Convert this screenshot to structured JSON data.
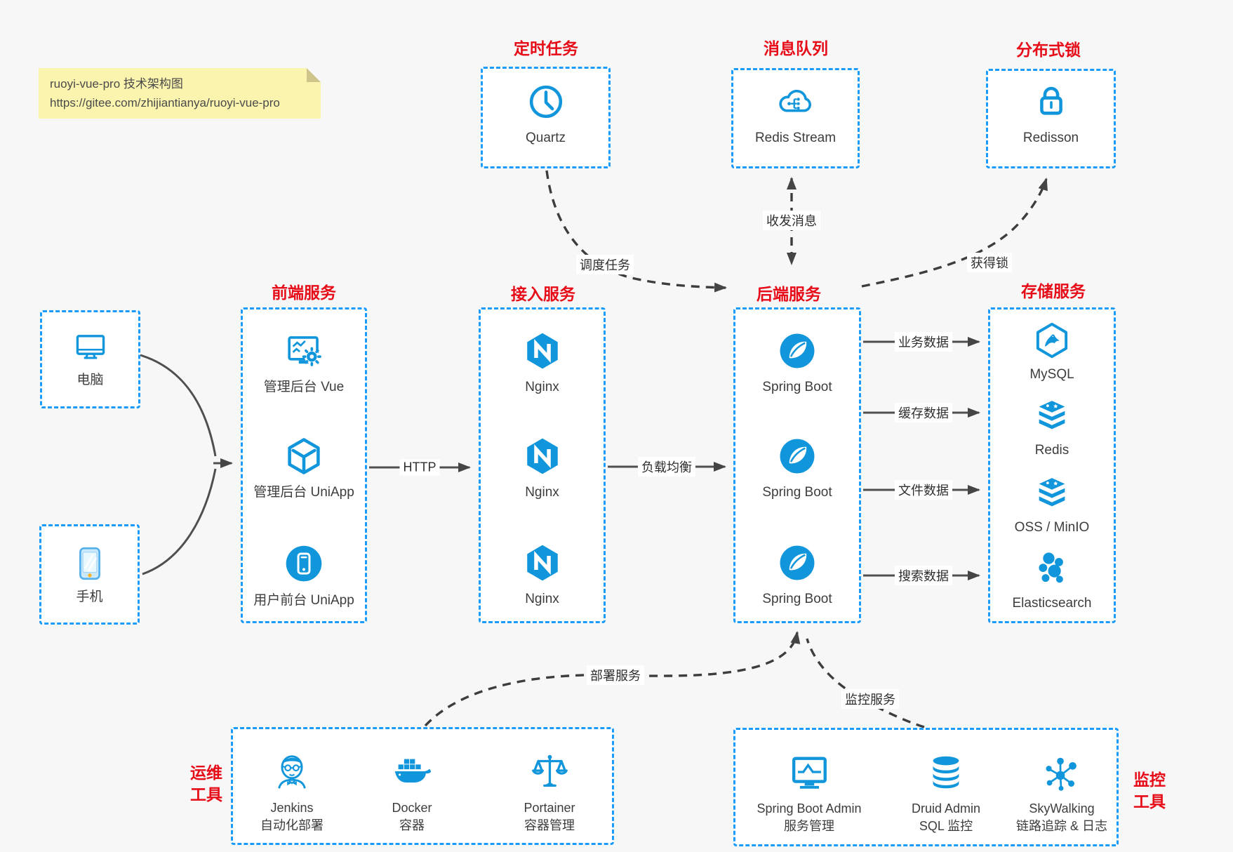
{
  "note": {
    "line1": "ruoyi-vue-pro 技术架构图",
    "line2": "https://gitee.com/zhijiantianya/ruoyi-vue-pro"
  },
  "clients": {
    "computer": "电脑",
    "phone": "手机"
  },
  "top_groups": {
    "timer": {
      "title": "定时任务",
      "item": "Quartz"
    },
    "mq": {
      "title": "消息队列",
      "item": "Redis Stream"
    },
    "lock": {
      "title": "分布式锁",
      "item": "Redisson"
    }
  },
  "columns": {
    "frontend": {
      "title": "前端服务",
      "items": [
        "管理后台 Vue",
        "管理后台 UniApp",
        "用户前台 UniApp"
      ]
    },
    "gateway": {
      "title": "接入服务",
      "items": [
        "Nginx",
        "Nginx",
        "Nginx"
      ]
    },
    "backend": {
      "title": "后端服务",
      "items": [
        "Spring Boot",
        "Spring Boot",
        "Spring Boot"
      ]
    },
    "storage": {
      "title": "存储服务",
      "items": [
        "MySQL",
        "Redis",
        "OSS / MinIO",
        "Elasticsearch"
      ]
    }
  },
  "bottom_groups": {
    "ops": {
      "title_line1": "运维",
      "title_line2": "工具",
      "items": [
        {
          "name": "Jenkins",
          "desc": "自动化部署"
        },
        {
          "name": "Docker",
          "desc": "容器"
        },
        {
          "name": "Portainer",
          "desc": "容器管理"
        }
      ]
    },
    "monitoring": {
      "title_line1": "监控",
      "title_line2": "工具",
      "items": [
        {
          "name": "Spring Boot Admin",
          "desc": "服务管理"
        },
        {
          "name": "Druid Admin",
          "desc": "SQL 监控"
        },
        {
          "name": "SkyWalking",
          "desc": "链路追踪 & 日志"
        }
      ]
    }
  },
  "edges": {
    "http": "HTTP",
    "load_balance": "负载均衡",
    "biz_data": "业务数据",
    "cache_data": "缓存数据",
    "file_data": "文件数据",
    "search_data": "搜索数据",
    "schedule_task": "调度任务",
    "send_receive_msg": "收发消息",
    "acquire_lock": "获得锁",
    "deploy_service": "部署服务",
    "monitor_service": "监控服务"
  },
  "colors": {
    "accent_blue": "#1296db",
    "border_blue": "#1b9cfb",
    "title_red": "#e60c18",
    "arrow_dark": "#454545",
    "note_bg": "#fbf4ae",
    "canvas_bg": "#f7f7f7"
  }
}
